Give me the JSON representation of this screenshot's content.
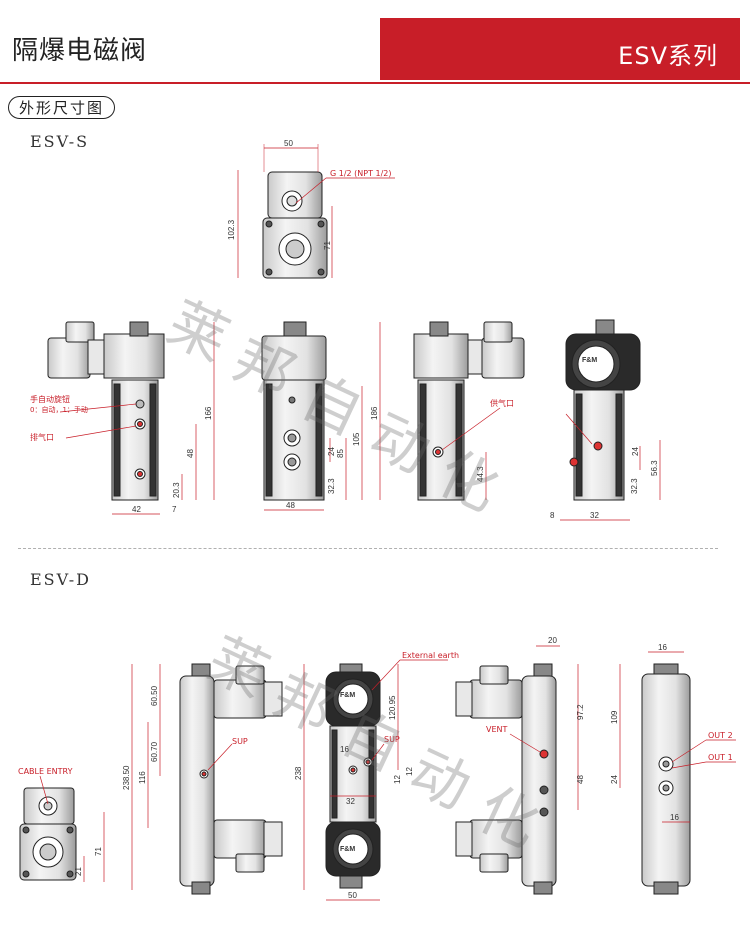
{
  "header": {
    "title_left": "隔爆电磁阀",
    "title_right": "ESV系列",
    "accent_color": "#c81e28"
  },
  "section_label": "外形尺寸图",
  "models": {
    "s": "ESV-S",
    "d": "ESV-D"
  },
  "watermark": {
    "c1": "莱",
    "c2": "邦",
    "c3": "自",
    "c4": "动",
    "c5": "化"
  },
  "esv_s": {
    "top": {
      "w50": "50",
      "h102": "102.3",
      "h71": "71",
      "port": "G 1/2 (NPT 1/2)"
    },
    "side": {
      "manual": "手自动旋钮",
      "manual_note": "0：自动，1：手动",
      "exhaust": "排气口",
      "h166": "166",
      "h48": "48",
      "h20": "20.3",
      "w42": "42",
      "w7": "7"
    },
    "front": {
      "h186": "186",
      "h105": "105",
      "h85": "85",
      "h24": "24",
      "h32": "32.3",
      "w48": "48"
    },
    "rear": {
      "supply": "供气口",
      "h44": "44.3"
    },
    "end": {
      "h24": "24",
      "h56": "56.3",
      "h32": "32.3",
      "w8": "8",
      "w32": "32"
    }
  },
  "esv_d": {
    "cable": {
      "label": "CABLE ENTRY",
      "h71": "71",
      "h21": "21"
    },
    "side": {
      "h238_5": "238.50",
      "h116": "116",
      "h60_50": "60.50",
      "h60_70": "60.70",
      "sup": "SUP"
    },
    "front": {
      "earth": "External earth",
      "sup": "SUP",
      "h238": "238",
      "h120": "120.95",
      "w16": "16",
      "w32": "32",
      "h12a": "12",
      "h12b": "12",
      "w50": "50"
    },
    "rear": {
      "w20": "20",
      "vent": "VENT",
      "h97": "97.2",
      "h48": "48"
    },
    "end": {
      "w16a": "16",
      "h109": "109",
      "h24": "24",
      "out2": "OUT 2",
      "out1": "OUT 1",
      "w16b": "16"
    }
  }
}
